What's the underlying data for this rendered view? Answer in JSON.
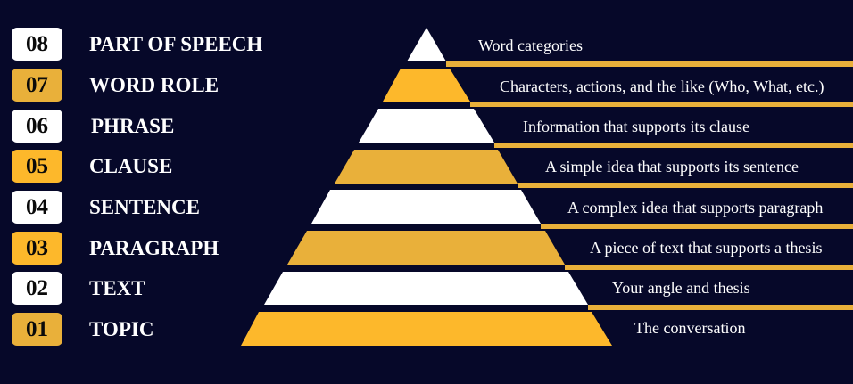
{
  "colors": {
    "background": "#060829",
    "white": "#ffffff",
    "gold_dark": "#e9b03a",
    "gold_bright": "#fdb82b"
  },
  "levels": [
    {
      "number": "08",
      "label": "PART OF SPEECH",
      "description": "Word categories",
      "badge_color": "#ffffff",
      "band_color": "#ffffff"
    },
    {
      "number": "07",
      "label": "WORD ROLE",
      "description": "Characters, actions, and the like (Who, What, etc.)",
      "badge_color": "#e9b03a",
      "band_color": "#fdb82b"
    },
    {
      "number": "06",
      "label": "PHRASE",
      "description": "Information that supports its clause",
      "badge_color": "#ffffff",
      "band_color": "#ffffff"
    },
    {
      "number": "05",
      "label": "CLAUSE",
      "description": "A simple idea that supports its sentence",
      "badge_color": "#fdb82b",
      "band_color": "#e9b03a"
    },
    {
      "number": "04",
      "label": "SENTENCE",
      "description": "A complex idea that supports paragraph",
      "badge_color": "#ffffff",
      "band_color": "#ffffff"
    },
    {
      "number": "03",
      "label": "PARAGRAPH",
      "description": "A piece of text that supports a thesis",
      "badge_color": "#fdb82b",
      "band_color": "#e9b03a"
    },
    {
      "number": "02",
      "label": "TEXT",
      "description": "Your angle and thesis",
      "badge_color": "#ffffff",
      "band_color": "#ffffff"
    },
    {
      "number": "01",
      "label": "TOPIC",
      "description": "The conversation",
      "badge_color": "#e9b03a",
      "band_color": "#fdb82b"
    }
  ]
}
